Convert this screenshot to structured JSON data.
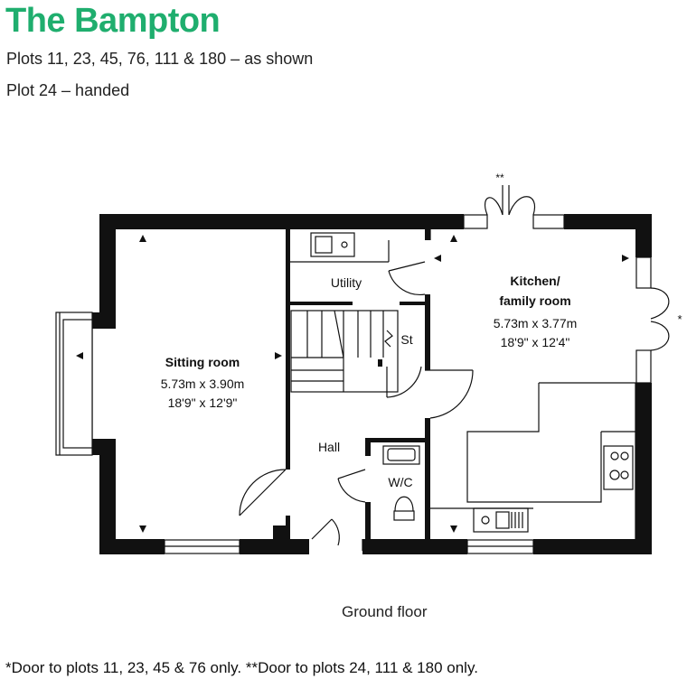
{
  "header": {
    "title": "The Bampton",
    "line1": "Plots 11, 23, 45, 76, 111 & 180 – as shown",
    "line2": "Plot 24 – handed"
  },
  "rooms": {
    "sitting": {
      "name": "Sitting room",
      "metric": "5.73m x 3.90m",
      "imperial": "18'9\" x 12'9\""
    },
    "kitchen": {
      "name1": "Kitchen/",
      "name2": "family room",
      "metric": "5.73m x 3.77m",
      "imperial": "18'9\" x 12'4\""
    },
    "utility": "Utility",
    "hall": "Hall",
    "wc": "W/C",
    "store": "St"
  },
  "markers": {
    "single": "*",
    "double": "**"
  },
  "floor_label": "Ground floor",
  "footnote": "*Door to plots 11, 23, 45 & 76 only. **Door to plots 24, 111 & 180 only.",
  "colors": {
    "brand": "#1fae6e",
    "wall": "#111111"
  }
}
